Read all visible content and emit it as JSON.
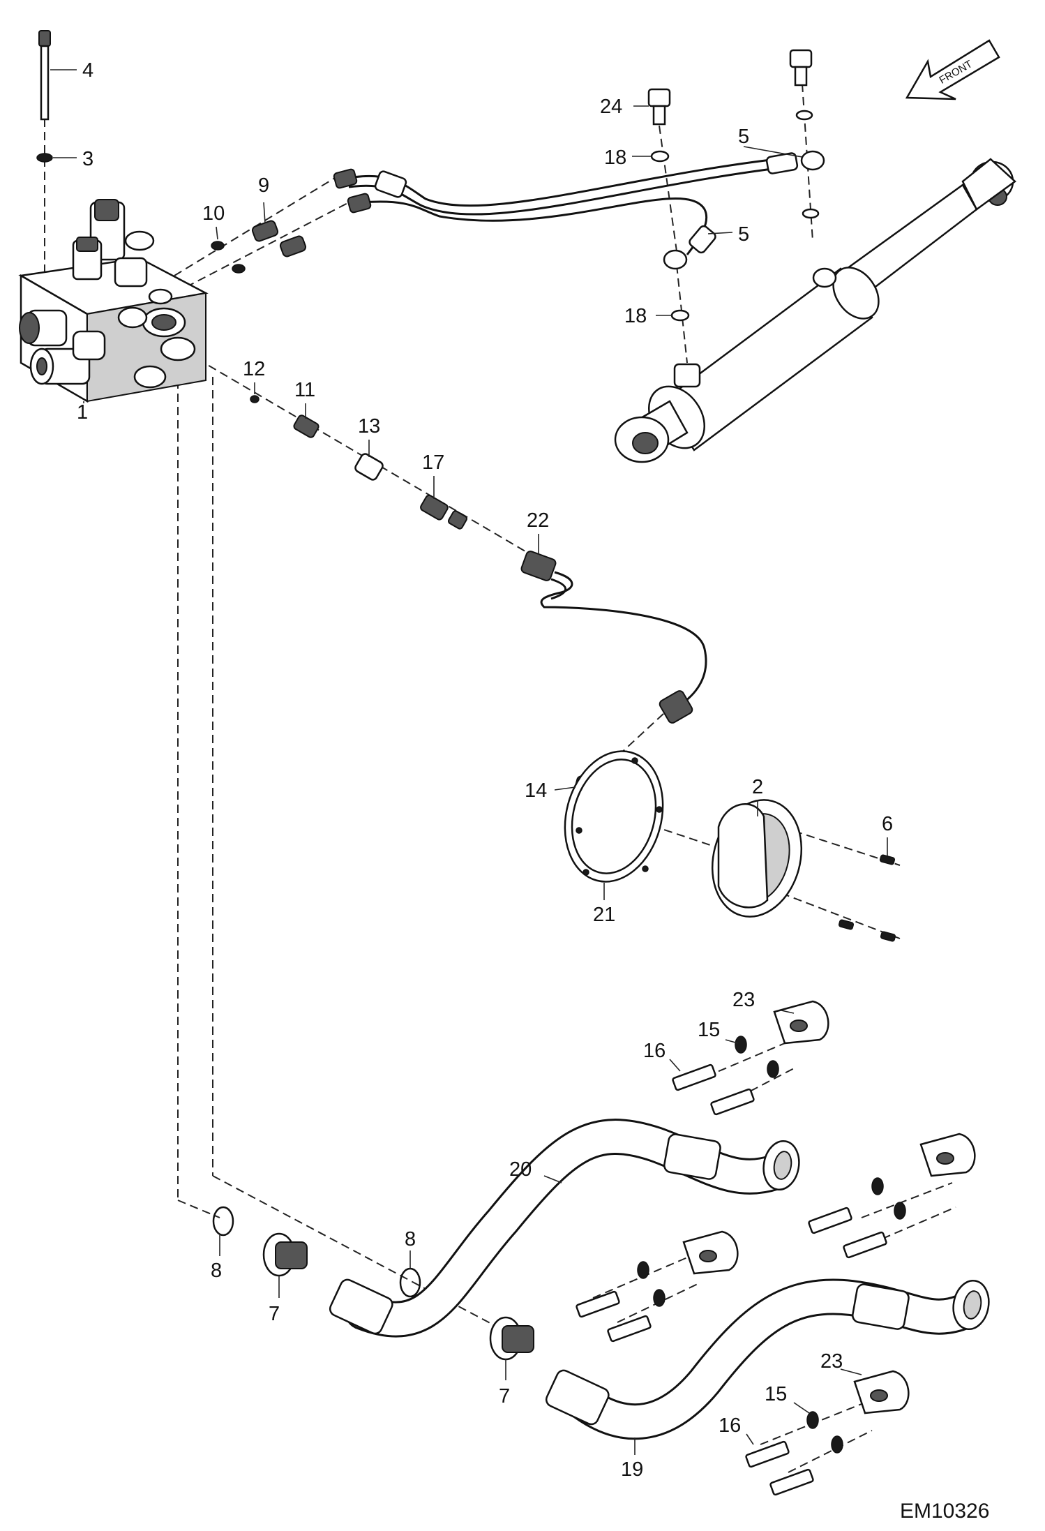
{
  "drawing": {
    "code": "EM10326",
    "front_indicator": "FRONT"
  },
  "callouts": [
    {
      "id": "c4",
      "text": "4"
    },
    {
      "id": "c3",
      "text": "3"
    },
    {
      "id": "c1",
      "text": "1"
    },
    {
      "id": "c10",
      "text": "10"
    },
    {
      "id": "c9",
      "text": "9"
    },
    {
      "id": "c24",
      "text": "24"
    },
    {
      "id": "c18a",
      "text": "18"
    },
    {
      "id": "c5a",
      "text": "5"
    },
    {
      "id": "c5b",
      "text": "5"
    },
    {
      "id": "c18b",
      "text": "18"
    },
    {
      "id": "c12",
      "text": "12"
    },
    {
      "id": "c11",
      "text": "11"
    },
    {
      "id": "c13",
      "text": "13"
    },
    {
      "id": "c17",
      "text": "17"
    },
    {
      "id": "c22",
      "text": "22"
    },
    {
      "id": "c14",
      "text": "14"
    },
    {
      "id": "c2",
      "text": "2"
    },
    {
      "id": "c6",
      "text": "6"
    },
    {
      "id": "c21",
      "text": "21"
    },
    {
      "id": "c23a",
      "text": "23"
    },
    {
      "id": "c15a",
      "text": "15"
    },
    {
      "id": "c16a",
      "text": "16"
    },
    {
      "id": "c20",
      "text": "20"
    },
    {
      "id": "c8a",
      "text": "8"
    },
    {
      "id": "c8b",
      "text": "8"
    },
    {
      "id": "c7a",
      "text": "7"
    },
    {
      "id": "c7b",
      "text": "7"
    },
    {
      "id": "c23b",
      "text": "23"
    },
    {
      "id": "c15b",
      "text": "15"
    },
    {
      "id": "c16b",
      "text": "16"
    },
    {
      "id": "c19",
      "text": "19"
    }
  ]
}
